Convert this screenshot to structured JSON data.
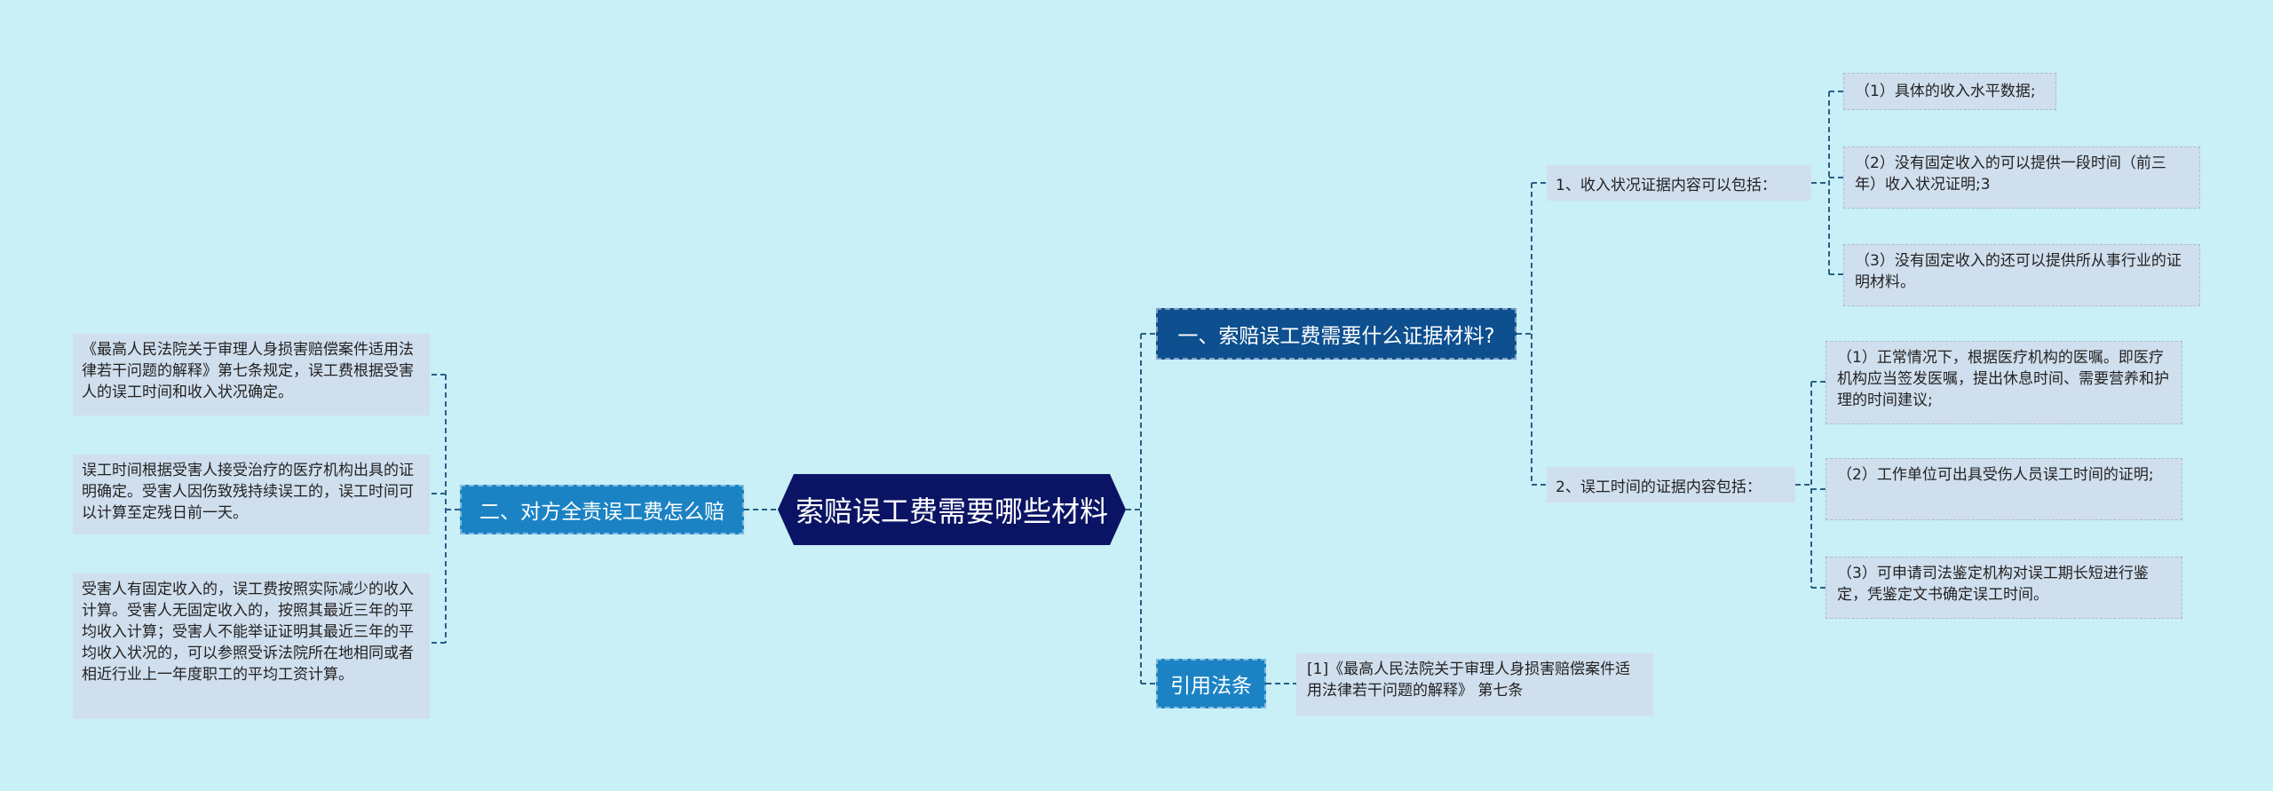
{
  "root": {
    "label": "索赔误工费需要哪些材料"
  },
  "branch1": {
    "label": "一、索赔误工费需要什么证据材料?",
    "sub1": {
      "label": "1、收入状况证据内容可以包括：",
      "leaves": [
        "（1）具体的收入水平数据;",
        "（2）没有固定收入的可以提供一段时间（前三年）收入状况证明;3",
        "（3）没有固定收入的还可以提供所从事行业的证明材料。"
      ]
    },
    "sub2": {
      "label": "2、误工时间的证据内容包括：",
      "leaves": [
        "（1）正常情况下，根据医疗机构的医嘱。即医疗机构应当签发医嘱，提出休息时间、需要营养和护理的时间建议;",
        "（2）工作单位可出具受伤人员误工时间的证明;",
        "（3）可申请司法鉴定机构对误工期长短进行鉴定，凭鉴定文书确定误工时间。"
      ]
    }
  },
  "branch2": {
    "label": "二、对方全责误工费怎么赔",
    "leaves": [
      "《最高人民法院关于审理人身损害赔偿案件适用法律若干问题的解释》第七条规定，误工费根据受害人的误工时间和收入状况确定。",
      "误工时间根据受害人接受治疗的医疗机构出具的证明确定。受害人因伤致残持续误工的，误工时间可以计算至定残日前一天。",
      "受害人有固定收入的，误工费按照实际减少的收入计算。受害人无固定收入的，按照其最近三年的平均收入计算；受害人不能举证证明其最近三年的平均收入状况的，可以参照受诉法院所在地相同或者相近行业上一年度职工的平均工资计算。"
    ]
  },
  "branch3": {
    "label": "引用法条",
    "leaves": [
      "[1]《最高人民法院关于审理人身损害赔偿案件适用法律若干问题的解释》 第七条"
    ]
  },
  "colors": {
    "background": "#c9eff7",
    "root": "#0b1464",
    "branch_dark": "#0d4f8f",
    "branch_mid": "#1b83c4",
    "leaf": "#d0dfee",
    "connector": "#2a5f86"
  }
}
